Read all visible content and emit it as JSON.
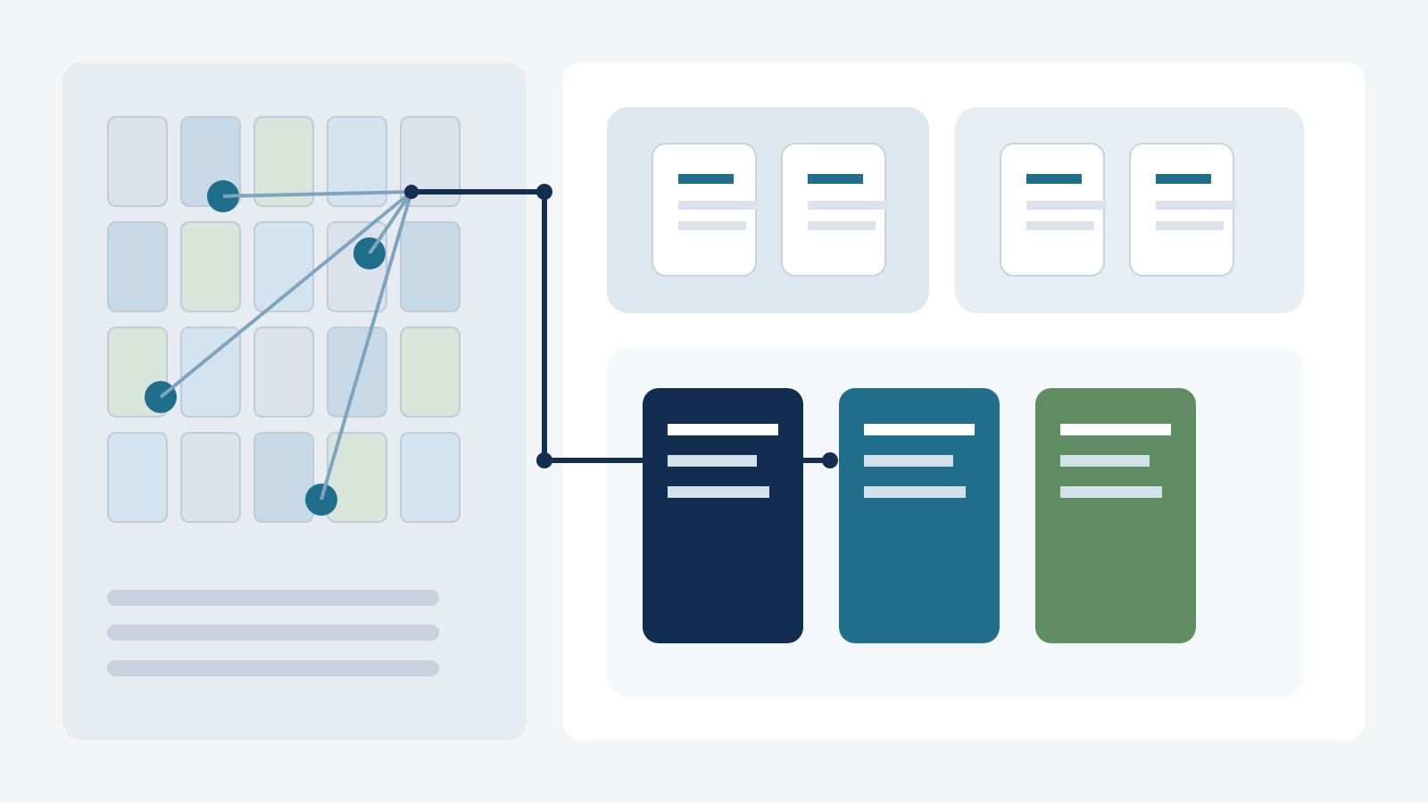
{
  "colors": {
    "background": "#f3f5f7",
    "left_panel": "#e7ecf3",
    "tile_gray": "#dbe2ec",
    "tile_blue": "#c7d8e6",
    "tile_green": "#d7e5da",
    "tile_light": "#d3e3ef",
    "node_teal": "#1f6e8c",
    "edge_light": "#7ea5bd",
    "connector_navy": "#142e4f",
    "card_navy": "#122d50",
    "card_teal": "#1f6e8c",
    "card_green": "#5f8c61",
    "group_a": "#dce7ef",
    "group_b": "#e7eef3",
    "group_c": "#f4f8fb"
  },
  "grid": {
    "rows": [
      [
        "gray",
        "blue",
        "green",
        "light",
        "gray"
      ],
      [
        "blue",
        "green",
        "light",
        "gray",
        "blue"
      ],
      [
        "green",
        "light",
        "gray",
        "blue",
        "green"
      ],
      [
        "light",
        "gray",
        "blue",
        "green",
        "light"
      ]
    ]
  },
  "text_lines_count": 3,
  "icons": [
    "node-dot",
    "connector-joint"
  ],
  "cards_top": [
    {
      "group": "a",
      "count": 2
    },
    {
      "group": "b",
      "count": 2
    }
  ],
  "cards_bottom": [
    "navy",
    "teal",
    "green"
  ]
}
